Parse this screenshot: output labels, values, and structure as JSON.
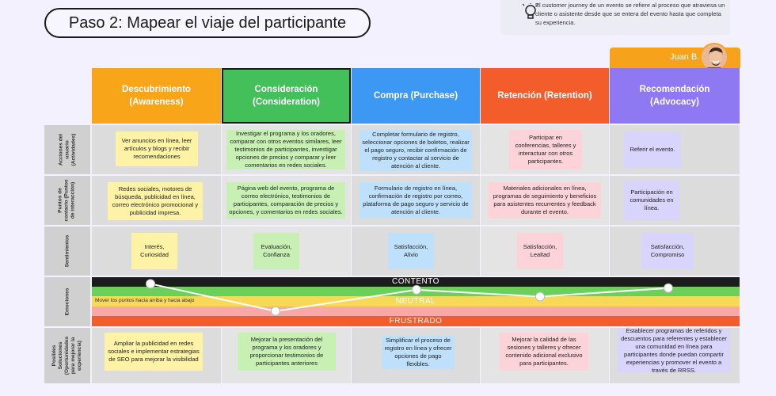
{
  "title": "Paso 2: Mapear el viaje del participante",
  "note": "El customer journey de un evento se refiere al proceso que atraviesa un cliente o asistente desde que se entera del evento hasta que completa su experiencia.",
  "persona": {
    "name": "Juan B."
  },
  "stages": [
    {
      "label": "Descubrimiento\n(Awareness)",
      "color": "#f9a51a"
    },
    {
      "label": "Consideración\n(Consideration)",
      "color": "#43c05a"
    },
    {
      "label": "Compra (Purchase)",
      "color": "#3d98f4"
    },
    {
      "label": "Retención (Retention)",
      "color": "#f35c2b"
    },
    {
      "label": "Recomendación\n(Advocacy)",
      "color": "#8e79f2"
    }
  ],
  "row_labels": [
    "Acciones del\nusuario\n(Actividades)",
    "Puntos de\ncontacto (Puntos\nde interacción)",
    "Sentimientos",
    "Emociones",
    "Posibles\nSoluciones\n(Oportunidades\npara mejorar la\nexperiencia)"
  ],
  "actions": [
    "Ver anuncios en línea, leer artículos y blogs y recibir recomendaciones",
    "Investigar el programa y los oradores, comparar con otros eventos similares, leer testimonios de participantes, investigar opciones de precios y comparar y leer comentarios en redes sociales.",
    "Completar formulario de registro, seleccionar opciones de boletos, realizar el pago seguro, recibir confirmación de registro y contactar al servicio de atención al cliente.",
    "Participar en conferencias, talleres y interactuar con otros participantes.",
    "Referir el evento."
  ],
  "touchpoints": [
    "Redes sociales,  motores de búsqueda, publicidad en línea, correo electrónico promocional y publicidad impresa.",
    "Página web del evento, programa de correo electrónico, testimonios de participantes, comparación de precios y opciones, y comentarios en redes sociales.",
    "Formulario de registro en línea, confirmación de registro por correo, plataforma de pago seguro y servicio de atención al cliente.",
    "Materiales adicionales en línea, programas de seguimiento y beneficios para asistentes recurrentes y feedback durante el evento.",
    "Participación en comunidades en línea."
  ],
  "feelings": [
    "Interés,\nCuriosidad",
    "Evaluación,\nConfianza",
    "Satisfacción,\nAlivio",
    "Satisfacción,\nLealtad",
    "Satisfacción,\nCompromiso"
  ],
  "emotions": {
    "top_label": "CONTENTO",
    "mid_label": "NEUTRAL",
    "bottom_label": "FRUSTRADO",
    "hint": "Mover los puntos hacia arriba y hacia abajo",
    "levels": [
      0.92,
      0.28,
      0.78,
      0.62,
      0.82
    ]
  },
  "solutions": [
    "Ampliar la publicidad en redes sociales e implementar estrategias de SEO para mejorar la visibilidad",
    "Mejorar la presentación del programa y los oradores y proporcionar testimonios de participantes anteriores",
    "Simplificar el proceso de registro en línea y ofrecer opciones de pago flexibles.",
    "Mejorar la calidad de las sesiones y talleres y ofrecer contenido adicional exclusivo para participantes.",
    "Establecer programas de referidos y descuentos para referentes y establecer una comunidad en línea para participantes donde puedan compartir experiencias y promover el evento a través de RRSS."
  ],
  "colors": {
    "yellow_sticky": "#fdf2a6",
    "green_sticky": "#c8f0b4",
    "blue_sticky": "#bfe0fb",
    "pink_sticky": "#fcd3d9",
    "purple_sticky": "#d9d4fb"
  }
}
